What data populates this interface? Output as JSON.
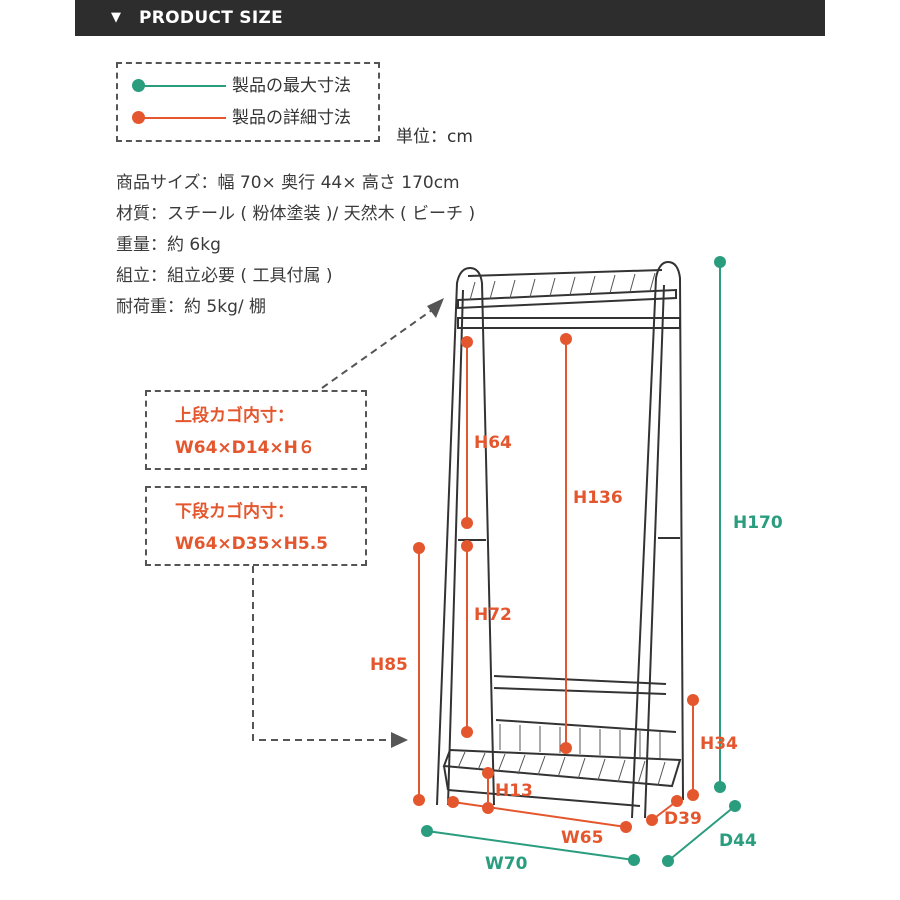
{
  "header": {
    "title": "PRODUCT SIZE",
    "marker": "▼"
  },
  "legend": {
    "max_label": "製品の最大寸法",
    "detail_label": "製品の詳細寸法"
  },
  "unit": "単位：cm",
  "specs": [
    "商品サイズ：幅 70× 奥行 44× 高さ 170cm",
    "材質：スチール ( 粉体塗装 )/ 天然木 ( ビーチ )",
    "重量：約 6kg",
    "組立：組立必要 ( 工具付属 )",
    "耐荷重：約 5kg/ 棚"
  ],
  "upper_basket": {
    "title": "上段カゴ内寸：",
    "size": "W64×D14×H６"
  },
  "lower_basket": {
    "title": "下段カゴ内寸：",
    "size": "W64×D35×H5.5"
  },
  "dimensions": {
    "h64": "H64",
    "h136": "H136",
    "h170": "H170",
    "h72": "H72",
    "h85": "H85",
    "h34": "H34",
    "h13": "H13",
    "w65": "W65",
    "d39": "D39",
    "w70": "W70",
    "d44": "D44"
  },
  "colors": {
    "detail": "#e4572e",
    "max": "#2a9d7e",
    "header_bg": "#2d2d2d"
  }
}
